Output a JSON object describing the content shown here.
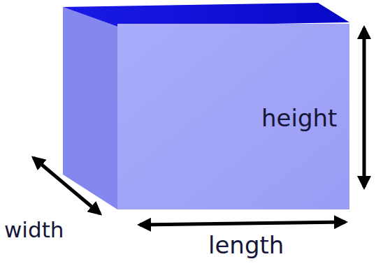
{
  "diagram": {
    "labels": [
      "height",
      "width",
      "length"
    ]
  }
}
